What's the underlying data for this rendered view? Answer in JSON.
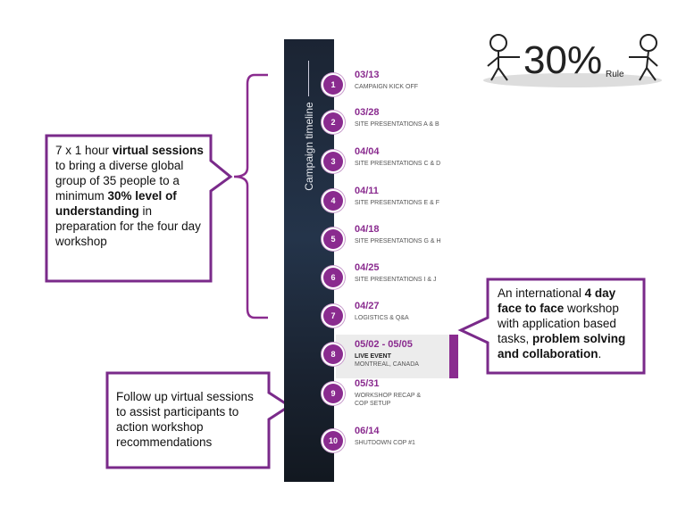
{
  "timeline": {
    "title": "Campaign timeline",
    "items": [
      {
        "num": "1",
        "date": "03/13",
        "desc": "CAMPAIGN KICK OFF"
      },
      {
        "num": "2",
        "date": "03/28",
        "desc": "SITE PRESENTATIONS A & B"
      },
      {
        "num": "3",
        "date": "04/04",
        "desc": "SITE PRESENTATIONS C & D"
      },
      {
        "num": "4",
        "date": "04/11",
        "desc": "SITE PRESENTATIONS E & F"
      },
      {
        "num": "5",
        "date": "04/18",
        "desc": "SITE PRESENTATIONS G & H"
      },
      {
        "num": "6",
        "date": "04/25",
        "desc": "SITE PRESENTATIONS I & J"
      },
      {
        "num": "7",
        "date": "04/27",
        "desc": "LOGISTICS & Q&A"
      },
      {
        "num": "8",
        "date": "05/02 - 05/05",
        "desc_bold": "LIVE EVENT",
        "desc": "MONTREAL, CANADA"
      },
      {
        "num": "9",
        "date": "05/31",
        "desc": "WORKSHOP RECAP &",
        "desc2": "COP SETUP"
      },
      {
        "num": "10",
        "date": "06/14",
        "desc": "SHUTDOWN COP #1"
      }
    ]
  },
  "callouts": {
    "virtual": {
      "t1": "7 x 1 hour ",
      "b1": "virtual",
      "t2": "sessions",
      "t3": " to bring a diverse global group of 35 people to a minimum ",
      "b2": "30% level of understanding",
      "t4": " in preparation for the four day workshop"
    },
    "workshop": {
      "t1": "An international ",
      "b1": "4 day face to face",
      "t2": " workshop with application based tasks, ",
      "b2": "problem solving and collaboration",
      "t3": "."
    },
    "followup": {
      "text": "Follow up virtual sessions to assist participants to action workshop recommendations"
    }
  },
  "logo": {
    "big": "30%",
    "small": "Rule"
  },
  "colors": {
    "accent": "#8a2b8f",
    "panel": "#1b2433",
    "highlight": "#ececec"
  }
}
